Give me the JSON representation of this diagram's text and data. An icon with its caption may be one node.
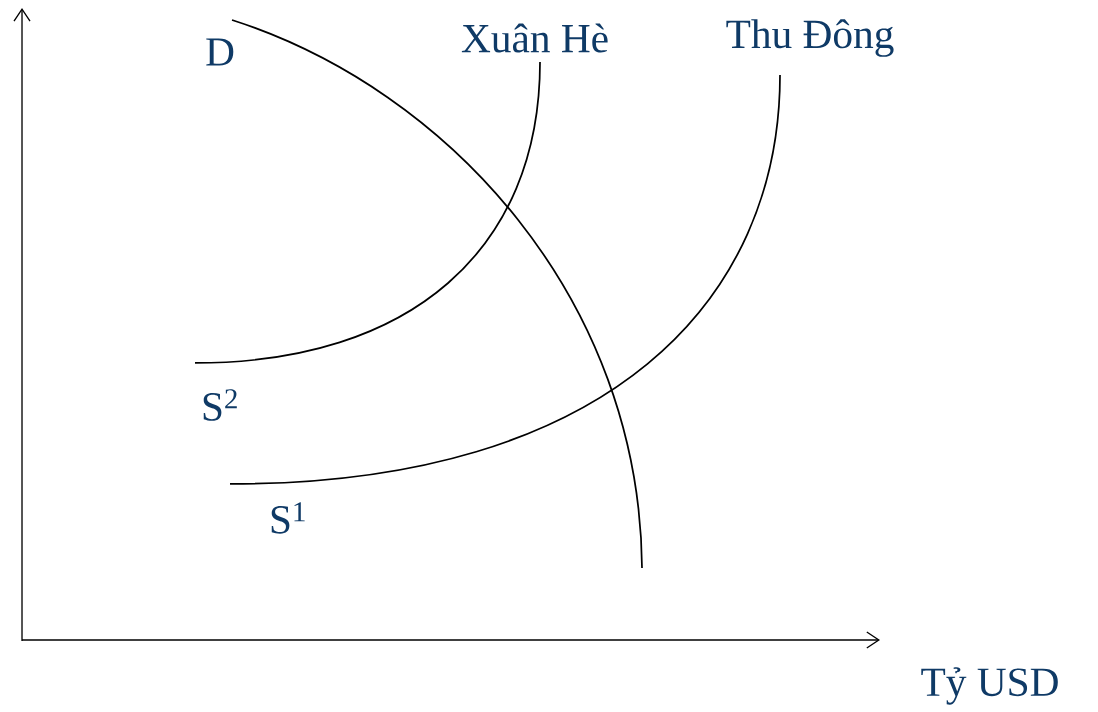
{
  "diagram": {
    "labels": [
      "D",
      "Xuân Hè",
      "Thu Đông",
      "S$^{2}$",
      "S$^{1}$",
      "Tỷ USD"
    ]
  }
}
